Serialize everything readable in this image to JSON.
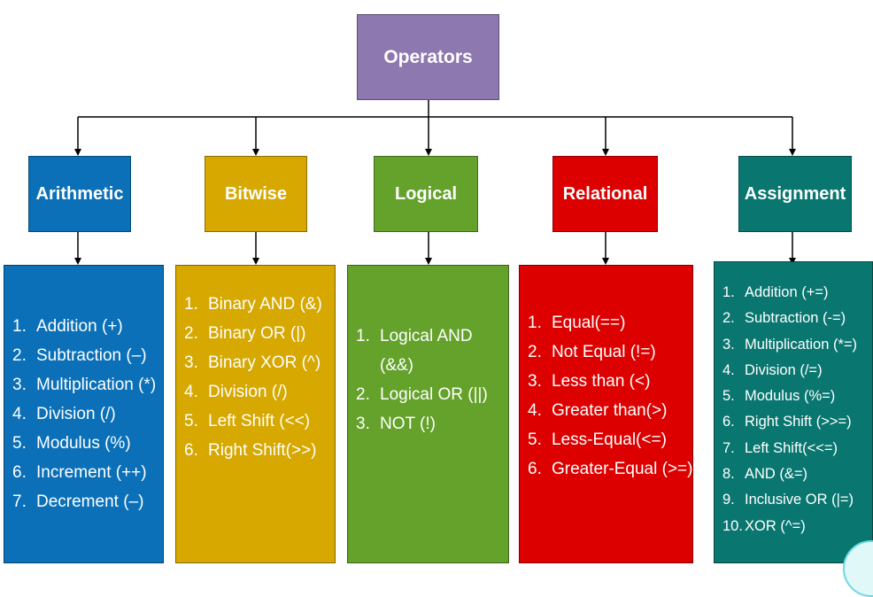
{
  "root": {
    "label": "Operators",
    "color": "#8e78b0"
  },
  "categories": [
    {
      "label": "Arithmetic",
      "color": "#0b70b8",
      "items": [
        {
          "n": "1.",
          "text": "Addition (+)"
        },
        {
          "n": "2.",
          "text": "Subtraction (–)"
        },
        {
          "n": "3.",
          "text": "Multiplication (*)"
        },
        {
          "n": "4.",
          "text": "Division (/)"
        },
        {
          "n": "5.",
          "text": "Modulus (%)"
        },
        {
          "n": "6.",
          "text": "Increment (++)"
        },
        {
          "n": "7.",
          "text": "Decrement (–)"
        }
      ]
    },
    {
      "label": "Bitwise",
      "color": "#d6a800",
      "items": [
        {
          "n": "1.",
          "text": "Binary AND (&)"
        },
        {
          "n": "2.",
          "text": "Binary OR (|)"
        },
        {
          "n": "3.",
          "text": "Binary XOR (^)"
        },
        {
          "n": "4.",
          "text": "Division (/)"
        },
        {
          "n": "5.",
          "text": "Left Shift (<<)"
        },
        {
          "n": "6.",
          "text": "Right Shift(>>)"
        }
      ]
    },
    {
      "label": "Logical",
      "color": "#64a22c",
      "items": [
        {
          "n": "1.",
          "text": "Logical AND"
        },
        {
          "n": "",
          "text": "(&&)"
        },
        {
          "n": "2.",
          "text": "Logical OR (||)"
        },
        {
          "n": "3.",
          "text": "NOT (!)"
        }
      ]
    },
    {
      "label": "Relational",
      "color": "#dc0000",
      "items": [
        {
          "n": "1.",
          "text": "Equal(==)"
        },
        {
          "n": "2.",
          "text": "Not Equal (!=)"
        },
        {
          "n": "3.",
          "text": "Less than (<)"
        },
        {
          "n": "4.",
          "text": "Greater than(>)"
        },
        {
          "n": "5.",
          "text": "Less-Equal(<=)"
        },
        {
          "n": "6.",
          "text": "Greater-Equal (>=)"
        }
      ]
    },
    {
      "label": "Assignment",
      "color": "#0a7670",
      "items": [
        {
          "n": "1.",
          "text": "Addition (+=)"
        },
        {
          "n": "2.",
          "text": "Subtraction (-=)"
        },
        {
          "n": "3.",
          "text": "Multiplication (*=)"
        },
        {
          "n": "4.",
          "text": "Division (/=)"
        },
        {
          "n": "5.",
          "text": "Modulus (%=)"
        },
        {
          "n": "6.",
          "text": "Right Shift (>>=)"
        },
        {
          "n": "7.",
          "text": "Left Shift(<<=)"
        },
        {
          "n": "8.",
          "text": "AND (&=)"
        },
        {
          "n": "9.",
          "text": "Inclusive OR (|=)"
        },
        {
          "n": "10.",
          "text": "XOR (^=)"
        }
      ]
    }
  ]
}
